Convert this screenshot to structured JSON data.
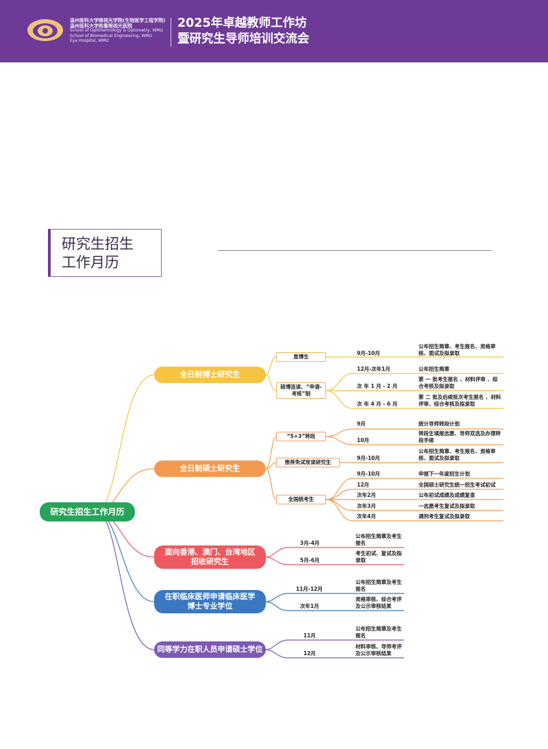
{
  "header": {
    "school_cn_1": "温州医科大学眼视光学院(生物医学工程学院)",
    "school_cn_2": "温州医科大学附属眼视光医院",
    "school_en_1": "School of Ophthalmology & Optometry, WMU",
    "school_en_2": "School of Biomedical Engineering, WMU",
    "school_en_3": "Eye Hospital, WMU",
    "event_line_1": "2025年卓越教师工作坊",
    "event_line_2": "暨研究生导师培训交流会",
    "colors": {
      "banner": "#6d3a97"
    }
  },
  "section": {
    "title_line_1": "研究生招生",
    "title_line_2": "工作月历"
  },
  "mindmap": {
    "root": "研究生招生工作月历",
    "branches": [
      {
        "label": "全日制博士研究生",
        "color": "#f6c342",
        "subs": [
          {
            "label": "直博生",
            "items": [
              {
                "time": "9月-10月",
                "desc": "公布招生简章、考生报名、资格审核、面试及拟录取"
              }
            ]
          },
          {
            "label": "硕博连读、“申请-考核”制",
            "items": [
              {
                "time": "12月-次年1月",
                "desc": "公布招生简章"
              },
              {
                "time": "次 年 1 月 - 2 月",
                "desc": "第 一 批考生报名 、材料评审 、综合考核及拟录取"
              },
              {
                "time": "次 年 4 月 - 6 月",
                "desc": "第 二 批及后续批次考生报名 、材料评审、综合考核及拟录取"
              }
            ]
          }
        ]
      },
      {
        "label": "全日制硕士研究生",
        "color": "#f49a50",
        "subs": [
          {
            "label": "“5+3”转段",
            "items": [
              {
                "time": "9月",
                "desc": "统计导师转段计划"
              },
              {
                "time": "10月",
                "desc": "转段生填报志愿、导师双选及办理转段手续"
              }
            ]
          },
          {
            "label": "推荐免试攻读研究生",
            "items": [
              {
                "time": "9月-10月",
                "desc": "公布招生简章、考生报名、资格审核、面试及拟录取"
              }
            ]
          },
          {
            "label": "全国统考生",
            "items": [
              {
                "time": "9月-10月",
                "desc": "申报下一年度招生计划"
              },
              {
                "time": "12月",
                "desc": "全国硕士研究生统一招生考试初试"
              },
              {
                "time": "次年2月",
                "desc": "公布初试成绩及成绩复查"
              },
              {
                "time": "次年3月",
                "desc": "一志愿考生复试及拟录取"
              },
              {
                "time": "次年4月",
                "desc": "调剂考生复试及拟录取"
              }
            ]
          }
        ]
      },
      {
        "label": "面向香港、澳门、台湾地区招收研究生",
        "color": "#ec5a5f",
        "items": [
          {
            "time": "3月-4月",
            "desc": "公布招生简章及考生报名"
          },
          {
            "time": "5月-6月",
            "desc": "考生初试、复试及拟录取"
          }
        ]
      },
      {
        "label": "在职临床医师申请临床医学博士专业学位",
        "color": "#3a78c2",
        "items": [
          {
            "time": "11月-12月",
            "desc": "公布招生简章及考生报名"
          },
          {
            "time": "次年1月",
            "desc": "资格审核、综合考评及公示审核结果"
          }
        ]
      },
      {
        "label": "同等学力在职人员申请硕士学位",
        "color": "#7e59b0",
        "items": [
          {
            "time": "11月",
            "desc": "公布招生简章及考生报名"
          },
          {
            "time": "12月",
            "desc": "材料审核、导师考评及公示审核结果"
          }
        ]
      }
    ]
  }
}
